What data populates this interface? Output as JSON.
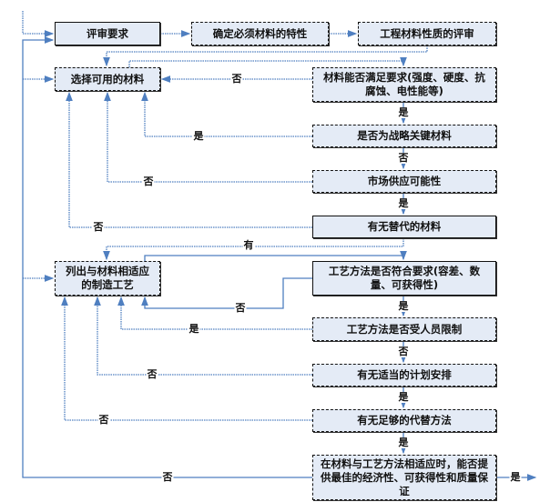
{
  "diagram": {
    "type": "flowchart",
    "colors": {
      "line": "#4f7fc0",
      "box_fill": "#e4ebf6",
      "box_border": "#111111"
    },
    "nodes": {
      "review_requirements": "评审要求",
      "determine_material_properties": "确定必须材料的特性",
      "review_engineering_materials": "工程材料性质的评审",
      "select_available_materials": "选择可用的材料",
      "material_meets_requirements": "材料能否满足要求(强度、硬度、抗腐蚀、电性能等)",
      "strategic_critical_material": "是否为战略关键材料",
      "market_supply_possibility": "市场供应可能性",
      "substitute_material": "有无替代的材料",
      "list_manufacturing_processes": "列出与材料相适应的制造工艺",
      "process_meets_requirements": "工艺方法是否符合要求(容差、数量、可获得性)",
      "process_personnel_limited": "工艺方法是否受人员限制",
      "proper_planning": "有无适当的计划安排",
      "sufficient_alternative_methods": "有无足够的代替方法",
      "best_economy_quality": "在材料与工艺方法相适应时，能否提供最佳的经济性、可获得性和质量保证"
    },
    "edge_labels": {
      "no": "否",
      "yes": "是",
      "has": "有"
    }
  }
}
